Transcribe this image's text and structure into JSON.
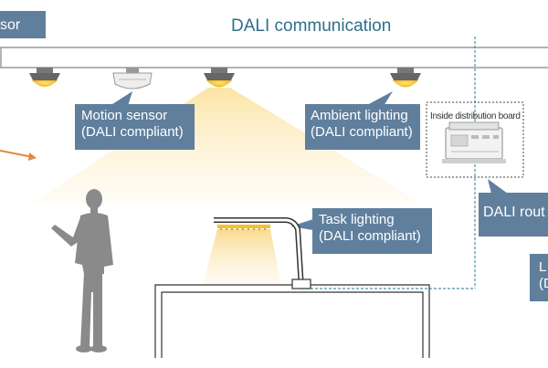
{
  "diagram": {
    "title": "DALI communication",
    "labels": {
      "sensor_partial": "sor",
      "motion_sensor": [
        "Motion sensor",
        "(DALI compliant)"
      ],
      "ambient_lighting": [
        "Ambient lighting",
        "(DALI compliant)"
      ],
      "task_lighting": [
        "Task lighting",
        "(DALI compliant)"
      ],
      "dali_router_partial": "DALI rout",
      "right_partial": [
        "L",
        "(D"
      ]
    },
    "distribution_board_caption": "Inside distribution board",
    "colors": {
      "label_bg": "#5f7f9c",
      "title_text": "#2e6f8a",
      "lamp_yellow": "#f2c230",
      "light_cone": "#fbe9b4",
      "arrow": "#e08a3c",
      "person": "#8a8a8a"
    }
  }
}
